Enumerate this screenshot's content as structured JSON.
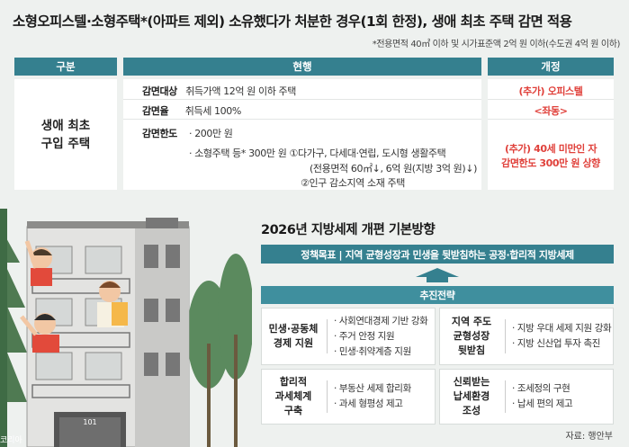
{
  "title": "소형오피스텔·소형주택*(아파트 제외) 소유했다가 처분한 경우(1회 한정), 생애 최초 주택 감면 적용",
  "note": "*전용면적 40㎡ 이하 및 시가표준액 2억 원 이하(수도권 4억 원 이하)",
  "table": {
    "headers": [
      "구분",
      "현행",
      "개정"
    ],
    "category_line1": "생애 최초",
    "category_line2": "구입 주택",
    "rows": [
      {
        "key": "감면대상",
        "value": "취득가액 12억 원 이하 주택",
        "revision": "(추가) 오피스텔"
      },
      {
        "key": "감면율",
        "value": "취득세 100%",
        "revision": "<좌동>"
      }
    ],
    "limit": {
      "key": "감면한도",
      "line1": "· 200만 원",
      "line2": "· 소형주택 등* 300만 원  ①다가구, 다세대·연립, 도시형 생활주택",
      "line3": "(전용면적 60㎡↓, 6억 원(지방 3억 원)↓)",
      "line4": "②인구 감소지역 소재 주택",
      "revision_line1": "(추가) 40세 미만인 자",
      "revision_line2": "감면한도 300만 원 상향"
    }
  },
  "plan": {
    "title": "2026년 지방세제 개편 기본방향",
    "goal": "정책목표  |  지역 균형성장과 민생을 뒷받침하는 공정·합리적 지방세제",
    "strategy_label": "추진전략",
    "boxes": [
      {
        "title1": "민생·공동체",
        "title2": "경제 지원",
        "title3": "",
        "items": [
          "· 사회연대경제 기반 강화",
          "· 주거 안정 지원",
          "· 민생·취약계층 지원"
        ]
      },
      {
        "title1": "지역 주도",
        "title2": "균형성장",
        "title3": "뒷받침",
        "items": [
          "· 지방 우대 세제 지원 강화",
          "· 지방 신산업 투자 촉진"
        ]
      },
      {
        "title1": "합리적",
        "title2": "과세체계",
        "title3": "구축",
        "items": [
          "· 부동산 세제 합리화",
          "· 과세 형평성 제고"
        ]
      },
      {
        "title1": "신뢰받는",
        "title2": "납세환경",
        "title3": "조성",
        "items": [
          "· 조세정의 구현",
          "· 납세 편의 제고"
        ]
      }
    ]
  },
  "building_number": "101",
  "credit": "코리아",
  "source": "자료: 행안부",
  "colors": {
    "teal": "#35808f",
    "red": "#e0413b"
  }
}
